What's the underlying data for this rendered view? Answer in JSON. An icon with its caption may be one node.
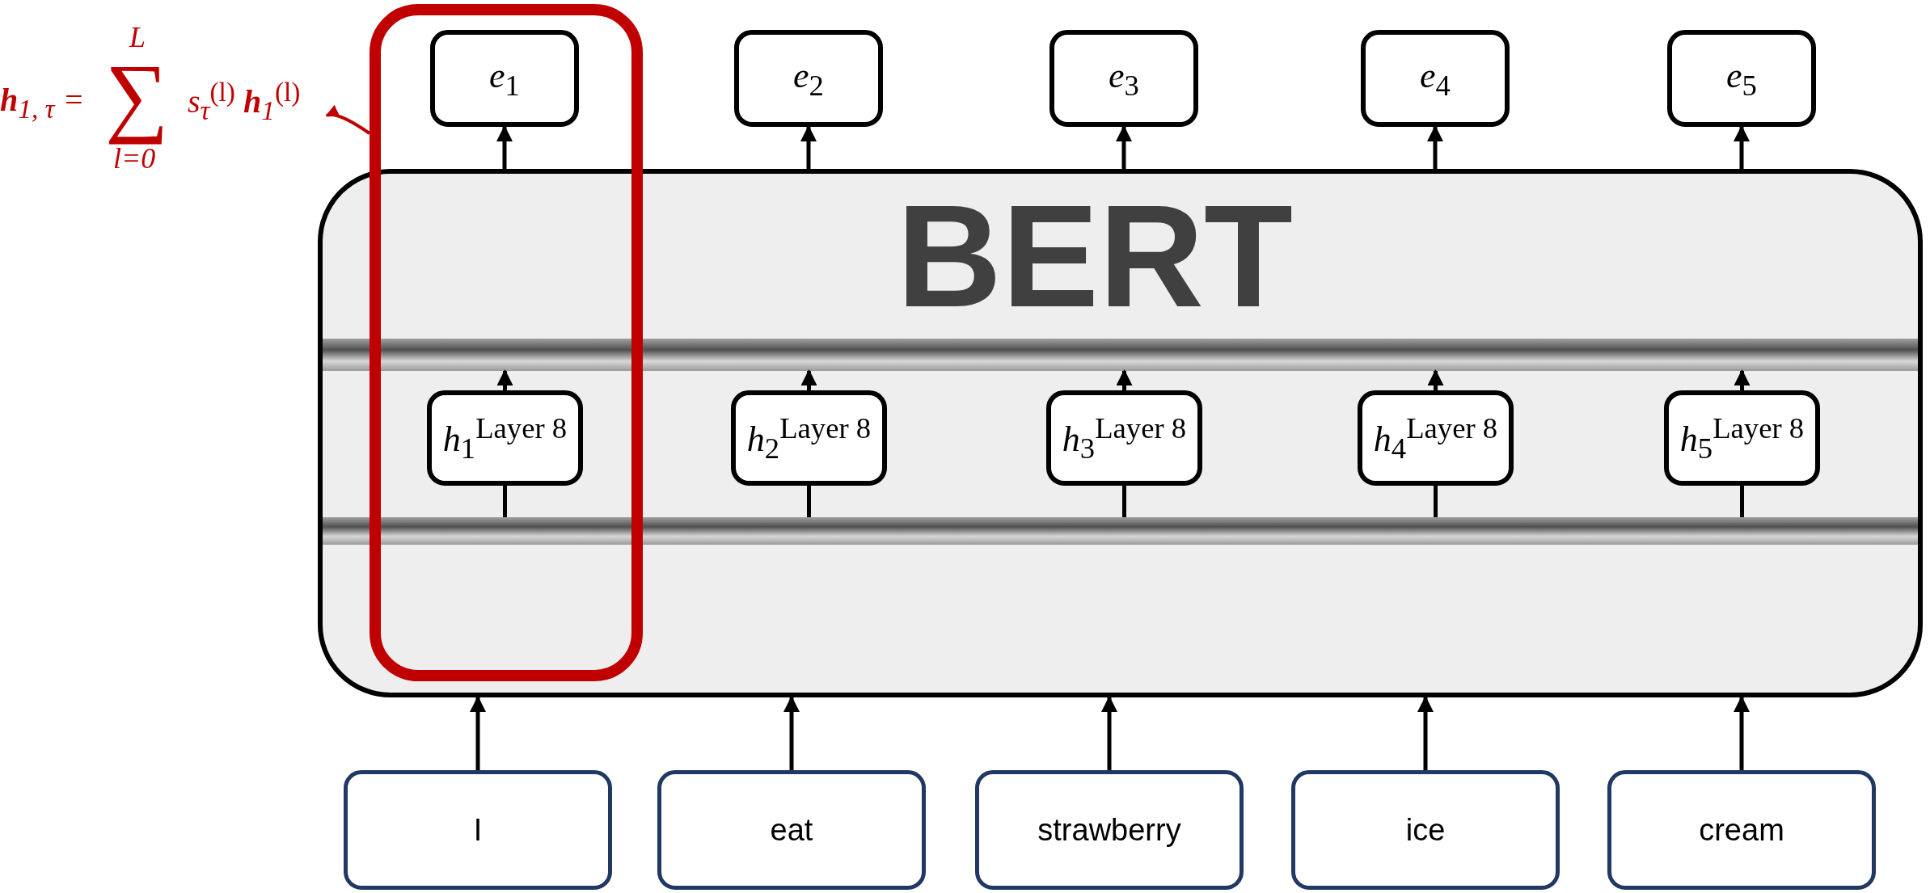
{
  "diagram": {
    "nodes": [
      {
        "text": [
          "**h**$_{1, τ}$ =",
          "L",
          "∑",
          "l=0",
          "s$_{τ}$$^{(l)}$ **h**$_{1}$$^{(l)}$"
        ]
      },
      {
        "text": [],
        "shape": "box"
      },
      {
        "text": [
          "*e*$_{1}$"
        ],
        "in": 1
      },
      {
        "text": [
          "*e*$_{2}$"
        ]
      },
      {
        "text": [
          "*e*$_{3}$"
        ]
      },
      {
        "text": [
          "*e*$_{4}$"
        ]
      },
      {
        "text": [
          "*e*$_{5}$"
        ]
      },
      {
        "text": [
          "BERT"
        ]
      },
      {
        "text": [
          "*h*$_{1}$$^{Layer 8}$"
        ]
      },
      {
        "text": [
          "*h*$_{2}$$^{Layer 8}$"
        ],
        "in": 7
      },
      {
        "text": [
          "*h*$_{3}$$^{Layer 8}$"
        ],
        "in": 7
      },
      {
        "text": [
          "*h*$_{4}$$^{Layer 8}$"
        ],
        "in": 7
      },
      {
        "text": [
          "*h*$_{5}$$^{Layer 8}$"
        ],
        "in": 7
      },
      {
        "text": [
          "I"
        ]
      },
      {
        "text": [
          "eat"
        ]
      },
      {
        "text": [
          "strawberry"
        ]
      },
      {
        "text": [
          "ice"
        ]
      },
      {
        "text": [
          "cream"
        ]
      },
      {
        "text": [],
        "shape": "bar",
        "in": 7
      },
      {
        "text": [],
        "shape": "bar",
        "in": 7
      }
    ],
    "edges": [
      {
        "from": 1,
        "to": 0,
        "arrow": "to",
        "color": "#c00000"
      },
      {
        "from": 13,
        "to": 7,
        "arrow": "to"
      },
      {
        "from": 14,
        "to": 7,
        "arrow": "to"
      },
      {
        "from": 15,
        "to": 7,
        "arrow": "to"
      },
      {
        "from": 16,
        "to": 7,
        "arrow": "to"
      },
      {
        "from": 17,
        "to": 7,
        "arrow": "to"
      },
      {
        "from": 7,
        "to": 2,
        "arrow": "to"
      },
      {
        "from": 7,
        "to": 3,
        "arrow": "to"
      },
      {
        "from": 7,
        "to": 4,
        "arrow": "to"
      },
      {
        "from": 7,
        "to": 5,
        "arrow": "to"
      },
      {
        "from": 7,
        "to": 6,
        "arrow": "to"
      },
      {
        "from": 19,
        "to": 8,
        "arrow": "none"
      },
      {
        "from": 19,
        "to": 9,
        "arrow": "none"
      },
      {
        "from": 19,
        "to": 10,
        "arrow": "none"
      },
      {
        "from": 19,
        "to": 11,
        "arrow": "none"
      },
      {
        "from": 19,
        "to": 12,
        "arrow": "none"
      },
      {
        "from": 8,
        "to": 18,
        "arrow": "to"
      },
      {
        "from": 9,
        "to": 18,
        "arrow": "to"
      },
      {
        "from": 10,
        "to": 18,
        "arrow": "to"
      },
      {
        "from": 11,
        "to": 18,
        "arrow": "to"
      },
      {
        "from": 12,
        "to": 18,
        "arrow": "to"
      }
    ]
  }
}
